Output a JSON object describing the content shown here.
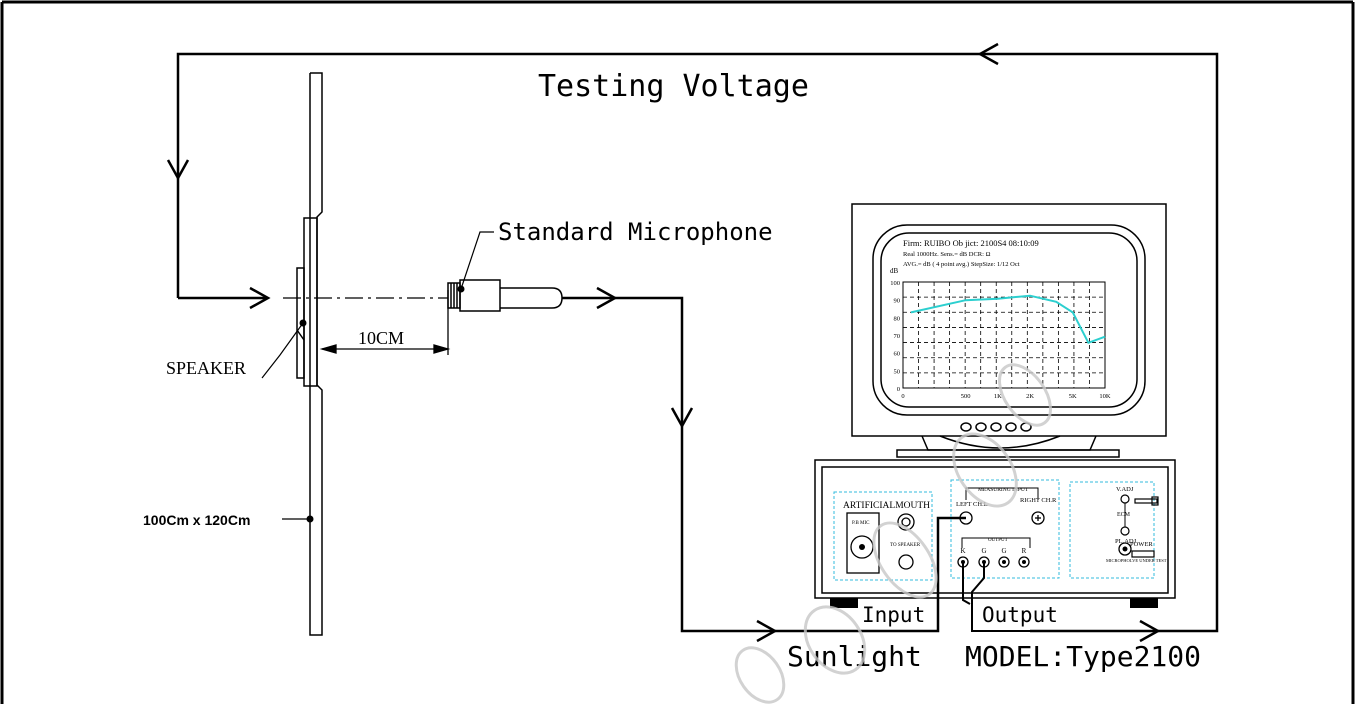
{
  "labels": {
    "testing_voltage": "Testing Voltage",
    "standard_microphone": "Standard Microphone",
    "distance": "10CM",
    "speaker": "SPEAKER",
    "panel_size": "100Cm x 120Cm",
    "input": "Input",
    "output": "Output",
    "brand": "Sunlight",
    "model": "MODEL:Type2100"
  },
  "screen": {
    "firm_line": "Firm: RUIBO   Ob jict:    2100S4  08:10:09",
    "info_line": "Real  1000Hz.    Sens.=    dB    DCR:    Ω",
    "avg_line": "AVG.=     dB ( 4 point avg.)  StepSize: 1/12  Oct",
    "y_unit": "dB",
    "y_ticks": [
      "100",
      "90",
      "80",
      "70",
      "60",
      "50",
      "0"
    ],
    "x_ticks": [
      "0",
      "500",
      "1K",
      "2K",
      "5K",
      "10K"
    ]
  },
  "curve": [
    {
      "f": 0,
      "db": 80
    },
    {
      "f": 500,
      "db": 88
    },
    {
      "f": 1000,
      "db": 89
    },
    {
      "f": 2000,
      "db": 91
    },
    {
      "f": 3500,
      "db": 87
    },
    {
      "f": 5000,
      "db": 80
    },
    {
      "f": 7000,
      "db": 60
    },
    {
      "f": 10000,
      "db": 64
    }
  ],
  "front_panel": {
    "artificial_mouth": "ARTIFICIALMOUTH",
    "pb_mic": "P.B MIC",
    "to_speaker": "TO SPEAKER",
    "measuring_input": "MEASURING INPUT",
    "left_ch": "LEFT CH.L",
    "right_ch": "RIGHT CH.R",
    "output": "OUTPUT",
    "jacks": [
      "K",
      "G",
      "G",
      "R"
    ],
    "v_adj": "V.ADJ",
    "ecm": "ECM",
    "pl_adj": "PL.ADJ",
    "mic_under_test": "MICROPHOLVE UNDER TEST",
    "power": "POWER"
  },
  "colors": {
    "line": "#000000",
    "curve": "#2ccfcf",
    "panel_box": "#33bbdd",
    "watermark": "#c8c8c8"
  }
}
